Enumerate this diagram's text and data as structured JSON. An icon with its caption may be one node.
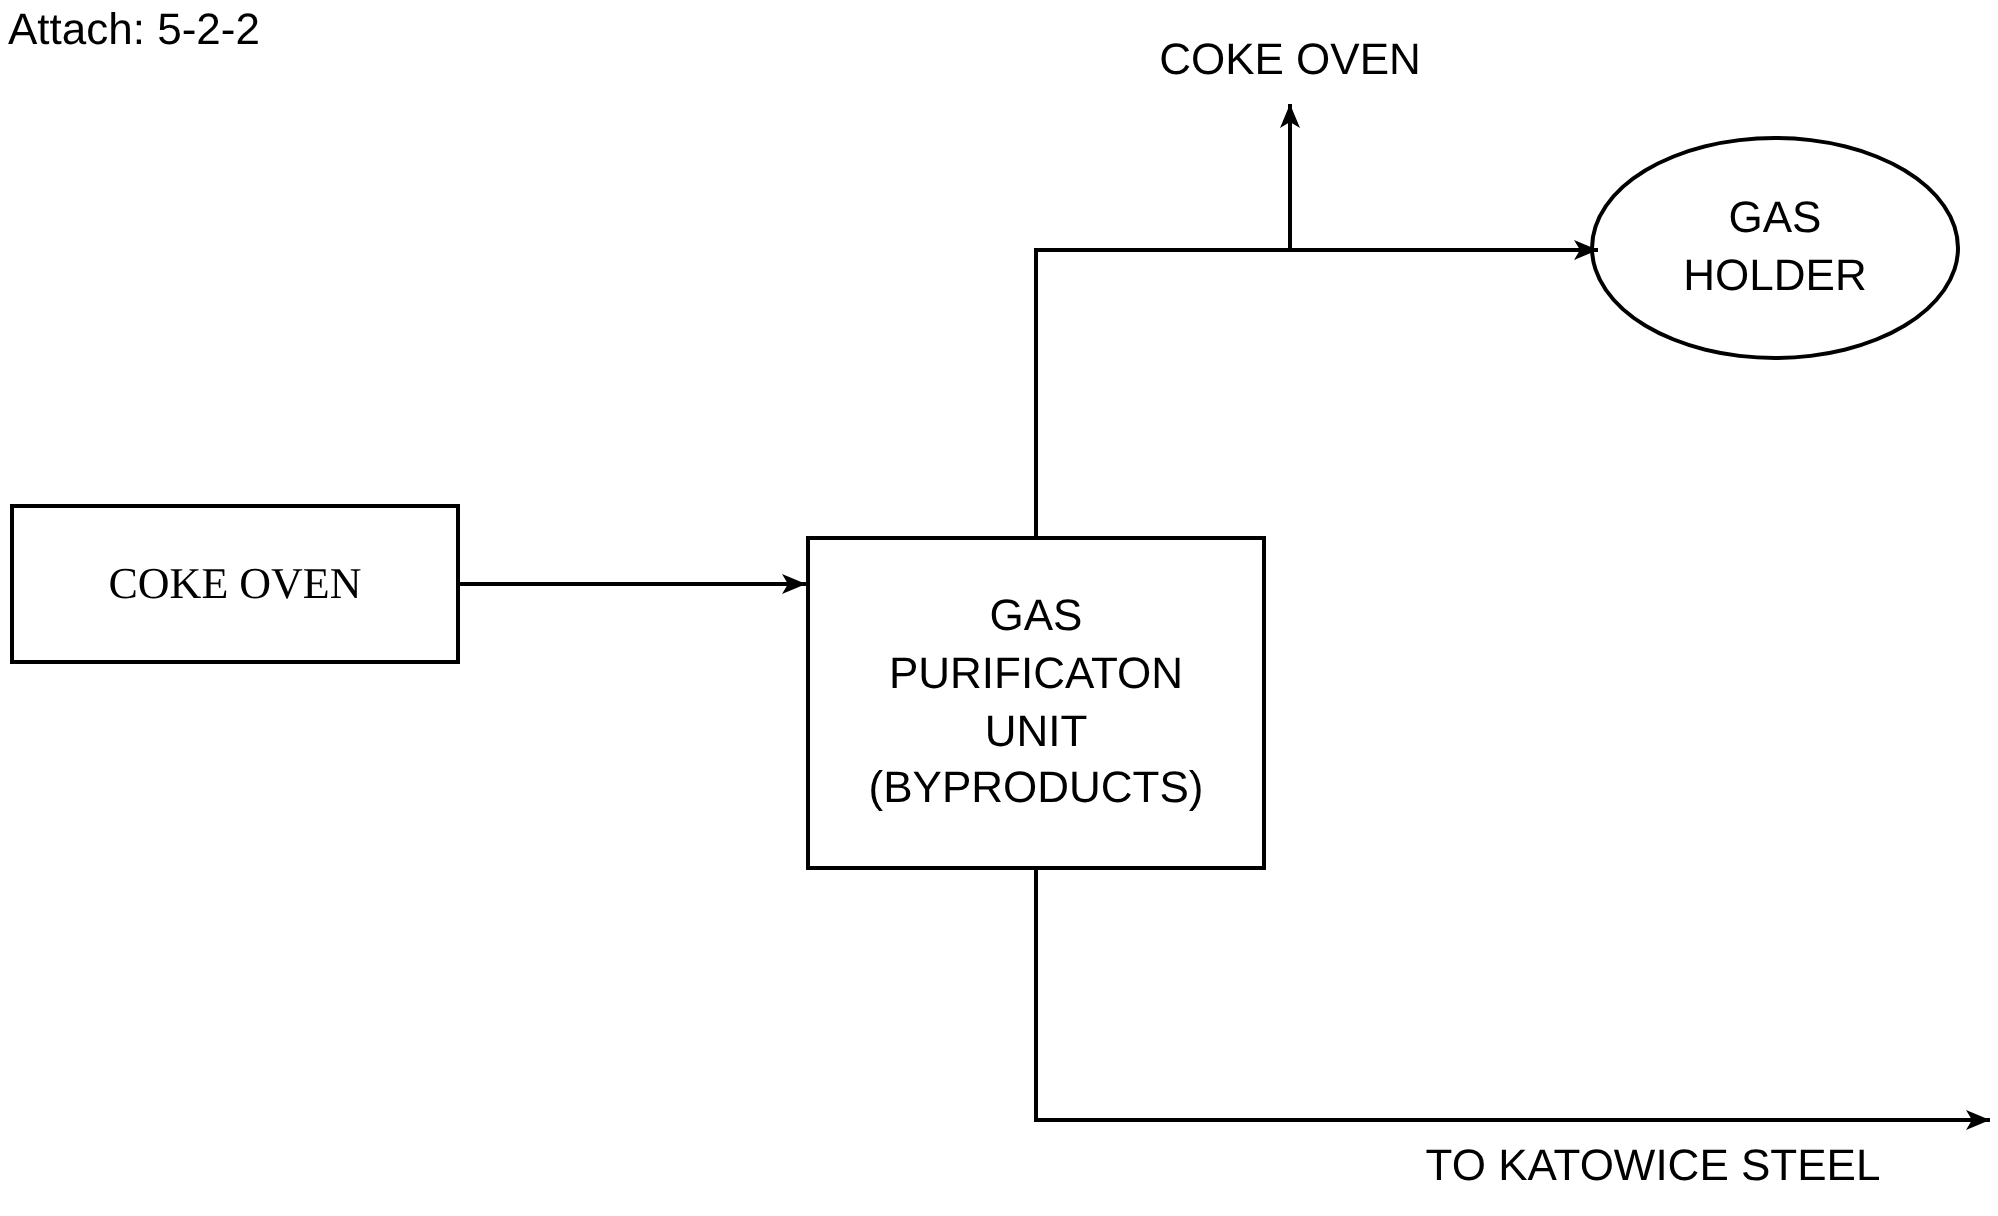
{
  "diagram": {
    "nodes": [
      {
        "text": [
          "COKE OVEN"
        ]
      },
      {
        "text": [
          "GAS PURIFICATON UNIT (BYPRODUCTS)"
        ]
      },
      {
        "text": [
          "COKE OVEN"
        ]
      },
      {
        "text": [
          "GAS HOLDER"
        ]
      }
    ],
    "edges": [
      {
        "from": 0,
        "to": 1,
        "arrow": "to"
      },
      {
        "from": 1,
        "to": 2,
        "arrow": "to"
      },
      {
        "from": 1,
        "to": 3,
        "arrow": "to"
      },
      {
        "from": 1,
        "to": null,
        "arrow": "to",
        "label": "TO KATOWICE STEEL"
      }
    ],
    "labels": [
      "Attach: 5-2-2"
    ]
  }
}
